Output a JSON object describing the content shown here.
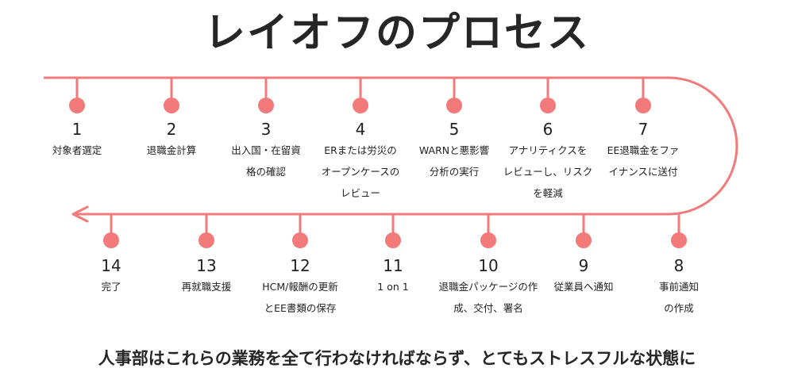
{
  "title": "レイオフのプロセス",
  "colors": {
    "line": "#f27a7a",
    "node": "#f27a7a"
  },
  "steps": [
    {
      "num": "1",
      "label": "対象者選定"
    },
    {
      "num": "2",
      "label": "退職金計算"
    },
    {
      "num": "3",
      "label": "出入国・在留資\n格の確認"
    },
    {
      "num": "4",
      "label": "ERまたは労災の\nオープンケースの\nレビュー"
    },
    {
      "num": "5",
      "label": "WARNと悪影響\n分析の実行"
    },
    {
      "num": "6",
      "label": "アナリティクスを\nレビューし、リスク\nを軽減"
    },
    {
      "num": "7",
      "label": "EE退職金をファ\nイナンスに送付"
    },
    {
      "num": "8",
      "label": "事前通知\nの作成"
    },
    {
      "num": "9",
      "label": "従業員へ通知"
    },
    {
      "num": "10",
      "label": "退職金パッケージの作\n成、交付、署名"
    },
    {
      "num": "11",
      "label": "1 on 1"
    },
    {
      "num": "12",
      "label": "HCM/報酬の更新\nとEE書類の保存"
    },
    {
      "num": "13",
      "label": "再就職支援"
    },
    {
      "num": "14",
      "label": "完了"
    }
  ],
  "footer": "人事部はこれらの業務を全て行わなければならず、とてもストレスフルな状態に"
}
